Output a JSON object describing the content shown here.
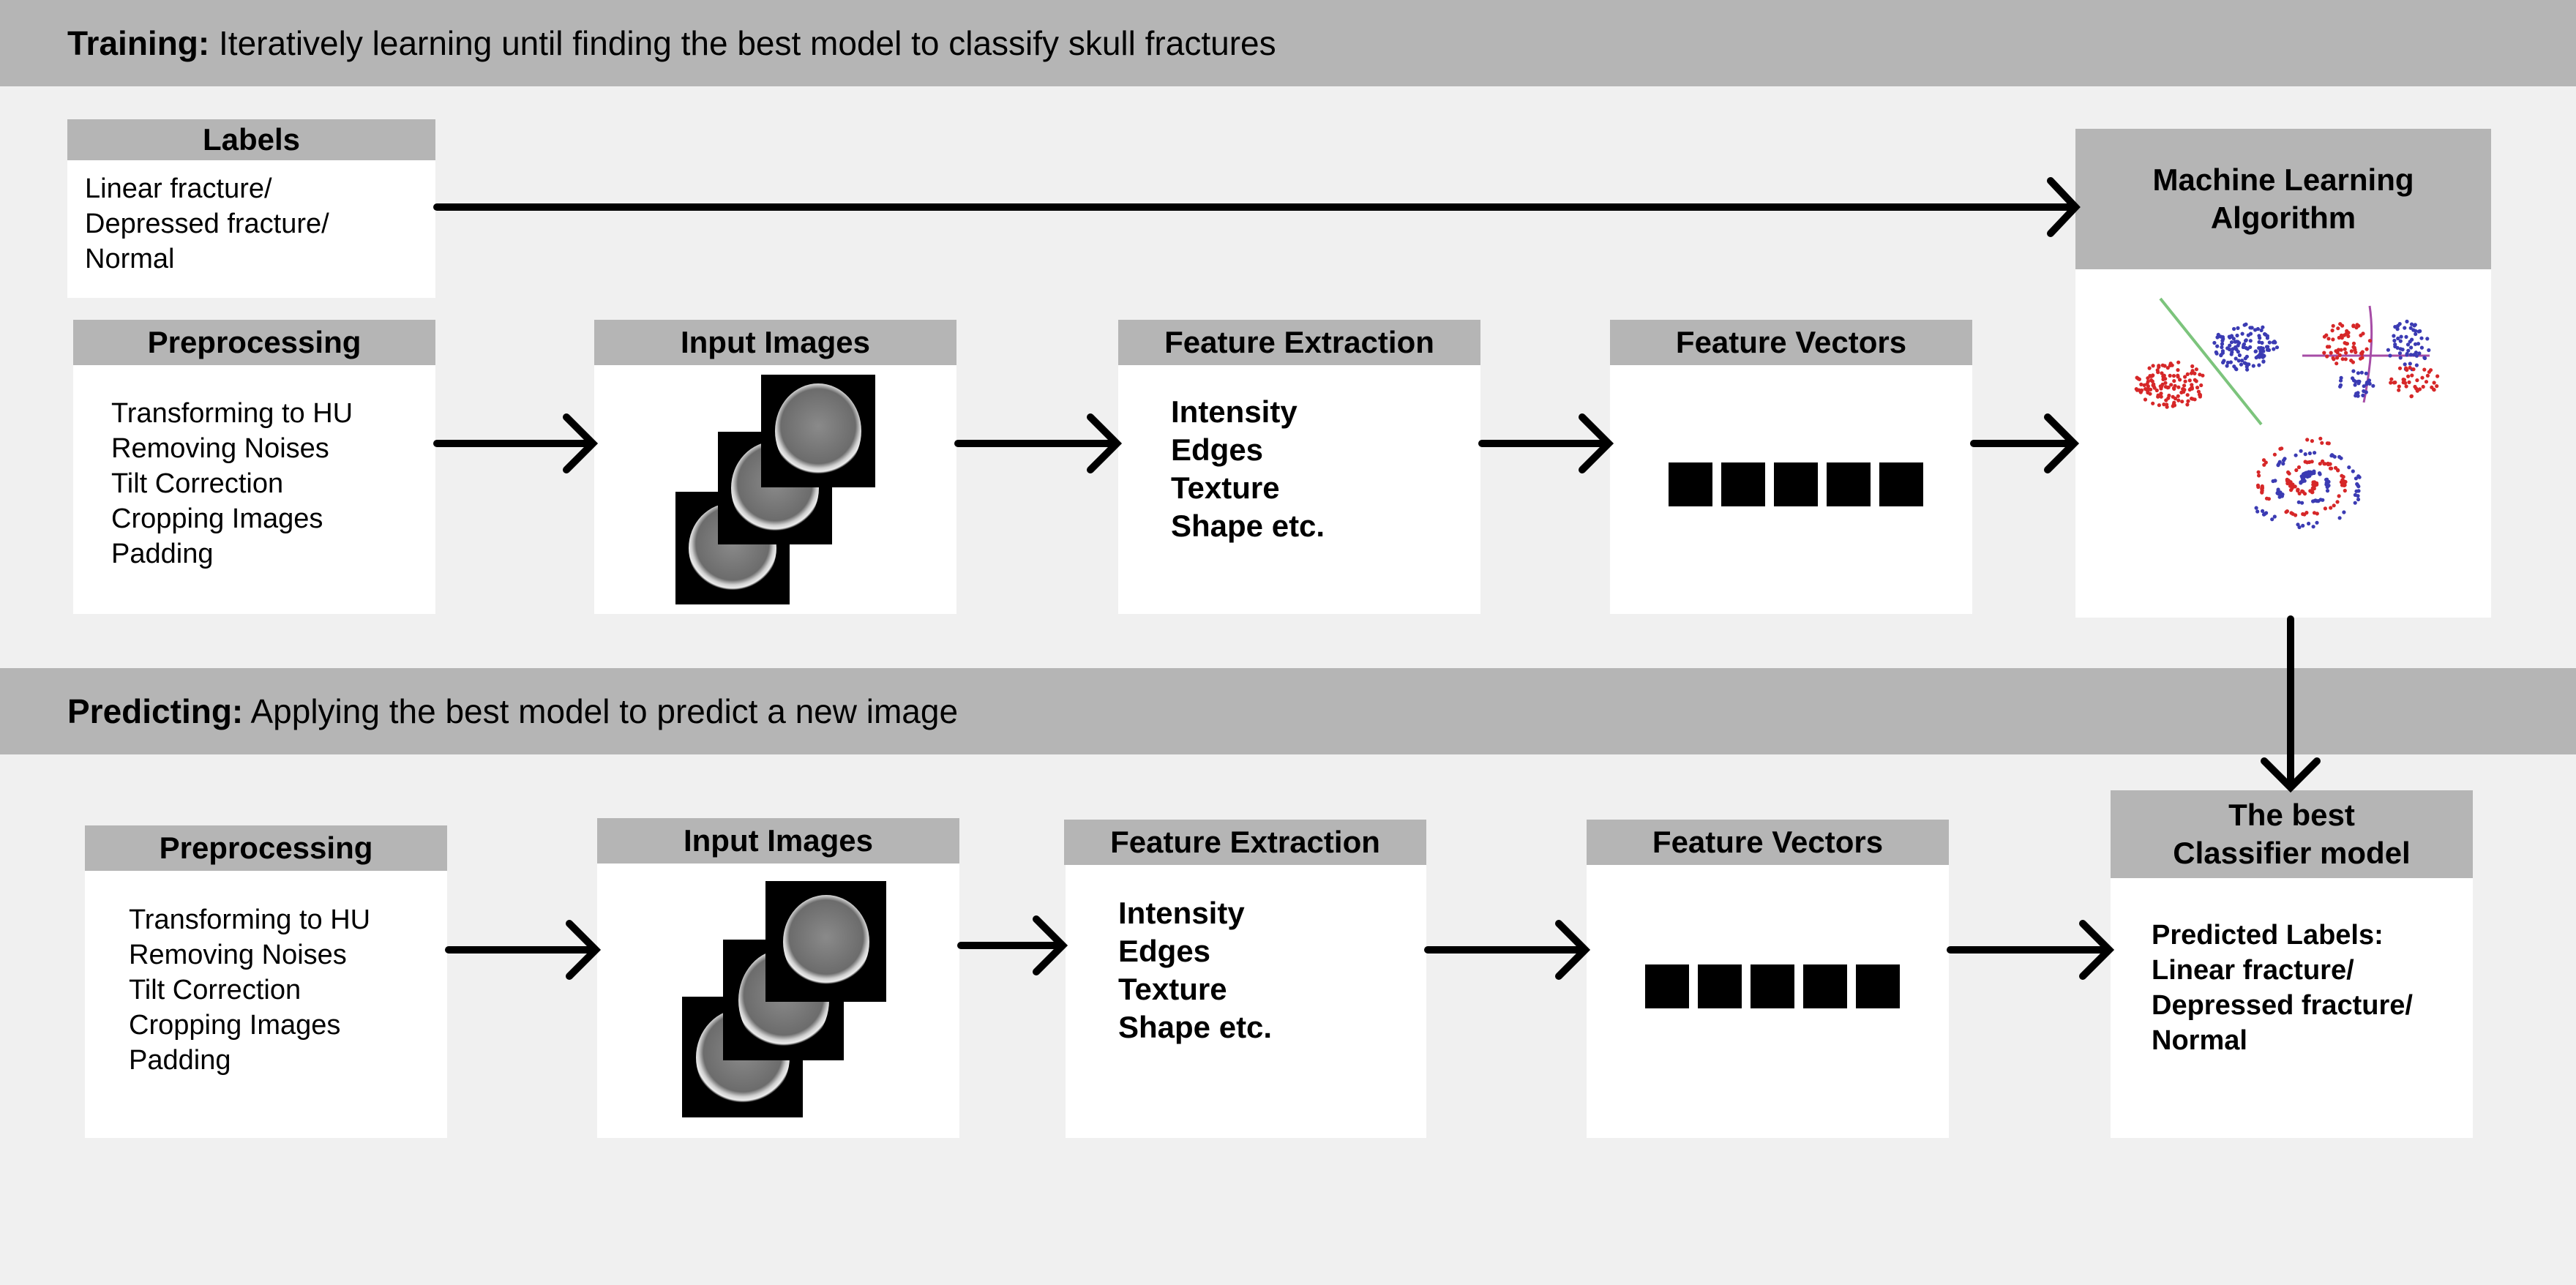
{
  "training": {
    "band_bold": "Training:",
    "band_text": " Iteratively learning until finding the best model to classify skull fractures",
    "labels": {
      "title": "Labels",
      "text": "Linear fracture/\nDepressed fracture/\nNormal"
    },
    "preprocessing": {
      "title": "Preprocessing",
      "steps": "Transforming to HU\nRemoving Noises\nTilt Correction\nCropping Images\nPadding"
    },
    "input_images": {
      "title": "Input Images"
    },
    "feature_extraction": {
      "title": "Feature Extraction",
      "features": "Intensity\nEdges\nTexture\nShape etc."
    },
    "feature_vectors": {
      "title": "Feature Vectors"
    },
    "ml_algorithm": {
      "title": "Machine Learning\nAlgorithm"
    }
  },
  "predicting": {
    "band_bold": "Predicting:",
    "band_text": " Applying the best model to predict a new image",
    "preprocessing": {
      "title": "Preprocessing",
      "steps": "Transforming to HU\nRemoving Noises\nTilt Correction\nCropping Images\nPadding"
    },
    "input_images": {
      "title": "Input Images"
    },
    "feature_extraction": {
      "title": "Feature Extraction",
      "features": "Intensity\nEdges\nTexture\nShape etc."
    },
    "feature_vectors": {
      "title": "Feature Vectors"
    },
    "classifier": {
      "title": "The best\nClassifier model",
      "text": "Predicted Labels:\nLinear fracture/\nDepressed fracture/\nNormal"
    }
  },
  "colors": {
    "band": "#b5b5b5",
    "background": "#f0f0f0",
    "scatter_red": "#d62728",
    "scatter_blue": "#3b3bb3",
    "boundary_green": "#7cc47c",
    "boundary_purple": "#a64ca6"
  }
}
